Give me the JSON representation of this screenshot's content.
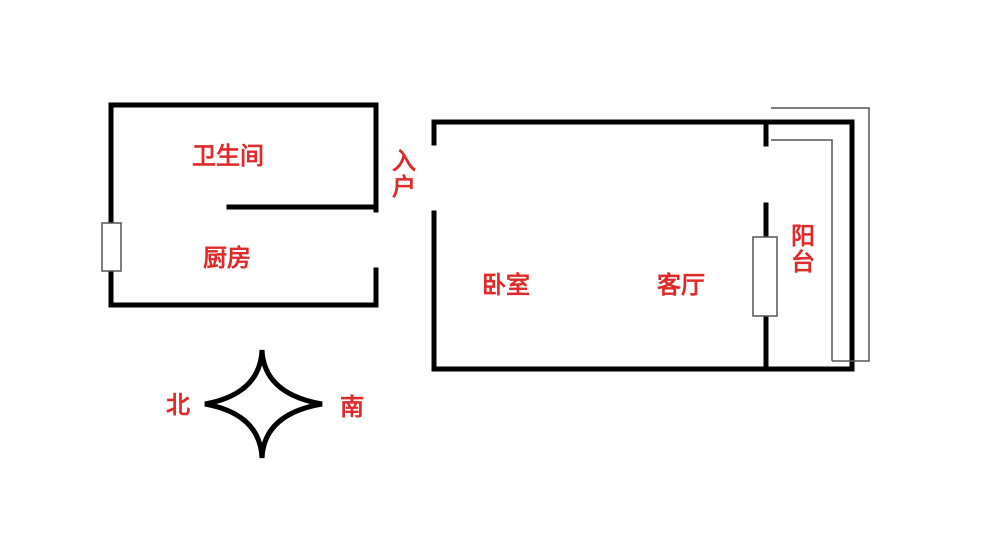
{
  "colors": {
    "wall": "#000000",
    "label": "#e02a2a",
    "window": "#555555"
  },
  "rooms": {
    "bathroom": "卫生间",
    "kitchen": "厨房",
    "entry": "入户",
    "bedroom": "卧室",
    "living_room": "客厅",
    "balcony": "阳台"
  },
  "compass": {
    "north": "北",
    "south": "南"
  }
}
